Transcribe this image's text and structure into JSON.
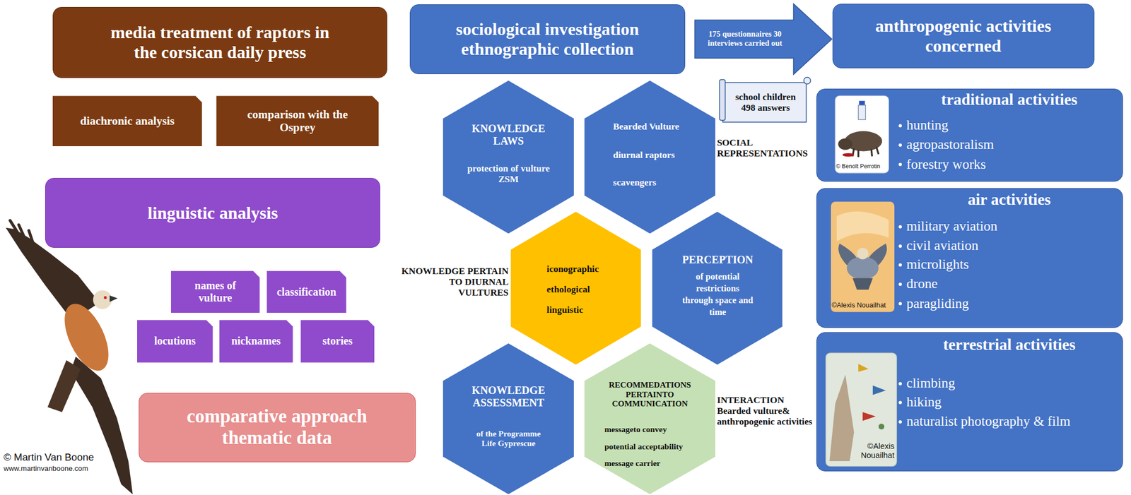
{
  "diagram": {
    "nodes": [
      {
        "text": [
          "media treatment of raptors in the corsican daily press"
        ]
      },
      {
        "text": [
          "diachronic analysis"
        ]
      },
      {
        "text": [
          "comparison with the Osprey"
        ]
      },
      {
        "text": [
          "linguistic analysis"
        ]
      },
      {
        "text": [
          "names of vulture"
        ]
      },
      {
        "text": [
          "classification"
        ]
      },
      {
        "text": [
          "locutions"
        ]
      },
      {
        "text": [
          "nicknames"
        ]
      },
      {
        "text": [
          "stories"
        ]
      },
      {
        "text": [
          "comparative approach thematic data"
        ]
      },
      {
        "text": [
          "sociological investigation ethnographic collection"
        ]
      },
      {
        "text": [
          "175 questionnaires 30 interviews carried out"
        ]
      },
      {
        "text": [
          "school children 498 answers"
        ]
      },
      {
        "text": [
          "KNOWLEDGE LAWS",
          "protection of vulture ZSM"
        ]
      },
      {
        "text": [
          "SOCIAL REPRESENTATIONS",
          "Bearded Vulture",
          "diurnal raptors",
          "scavengers"
        ]
      },
      {
        "text": [
          "KNOWLEDGE PERTAIN TO DIURNAL VULTURES",
          "iconographic",
          "ethological",
          "linguistic"
        ]
      },
      {
        "text": [
          "PERCEPTION",
          "of potential restrictions through space and time"
        ]
      },
      {
        "text": [
          "KNOWLEDGE ASSESSMENT",
          "of the Programme Life Gyprescue"
        ]
      },
      {
        "text": [
          "INTERACTION Bearded vulture& anthropogenic activities",
          "RECOMMEDATIONS PERTAINTO COMMUNICATION",
          "messageto convey",
          "potential acceptability",
          "message carrier"
        ]
      },
      {
        "text": [
          "anthropogenic activities concerned"
        ]
      },
      {
        "text": [
          "traditional activities",
          "hunting",
          "agropastoralism",
          "forestry works"
        ]
      },
      {
        "text": [
          "air activities",
          "military aviation",
          "civil aviation",
          "microlights",
          "drone",
          "paragliding"
        ]
      },
      {
        "text": [
          "terrestrial activities",
          "climbing",
          "hiking",
          "naturalist photography & film"
        ]
      }
    ],
    "labels": [
      "© Martin Van Boone",
      "www.martinvanboone.com",
      "© Benoît Perrotin",
      "©Alexis Nouailhat",
      "©Alexis Nouailhat"
    ]
  }
}
